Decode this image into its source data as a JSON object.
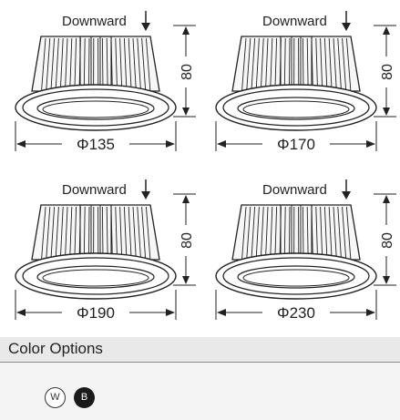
{
  "lights": [
    {
      "direction": "Downward",
      "diameter": "Φ135",
      "height": "80"
    },
    {
      "direction": "Downward",
      "diameter": "Φ170",
      "height": "80"
    },
    {
      "direction": "Downward",
      "diameter": "Φ190",
      "height": "80"
    },
    {
      "direction": "Downward",
      "diameter": "Φ230",
      "height": "80"
    }
  ],
  "color_options": {
    "title": "Color Options",
    "swatches": [
      {
        "label": "W",
        "color": "#ffffff"
      },
      {
        "label": "B",
        "color": "#1a1a1a"
      }
    ]
  }
}
